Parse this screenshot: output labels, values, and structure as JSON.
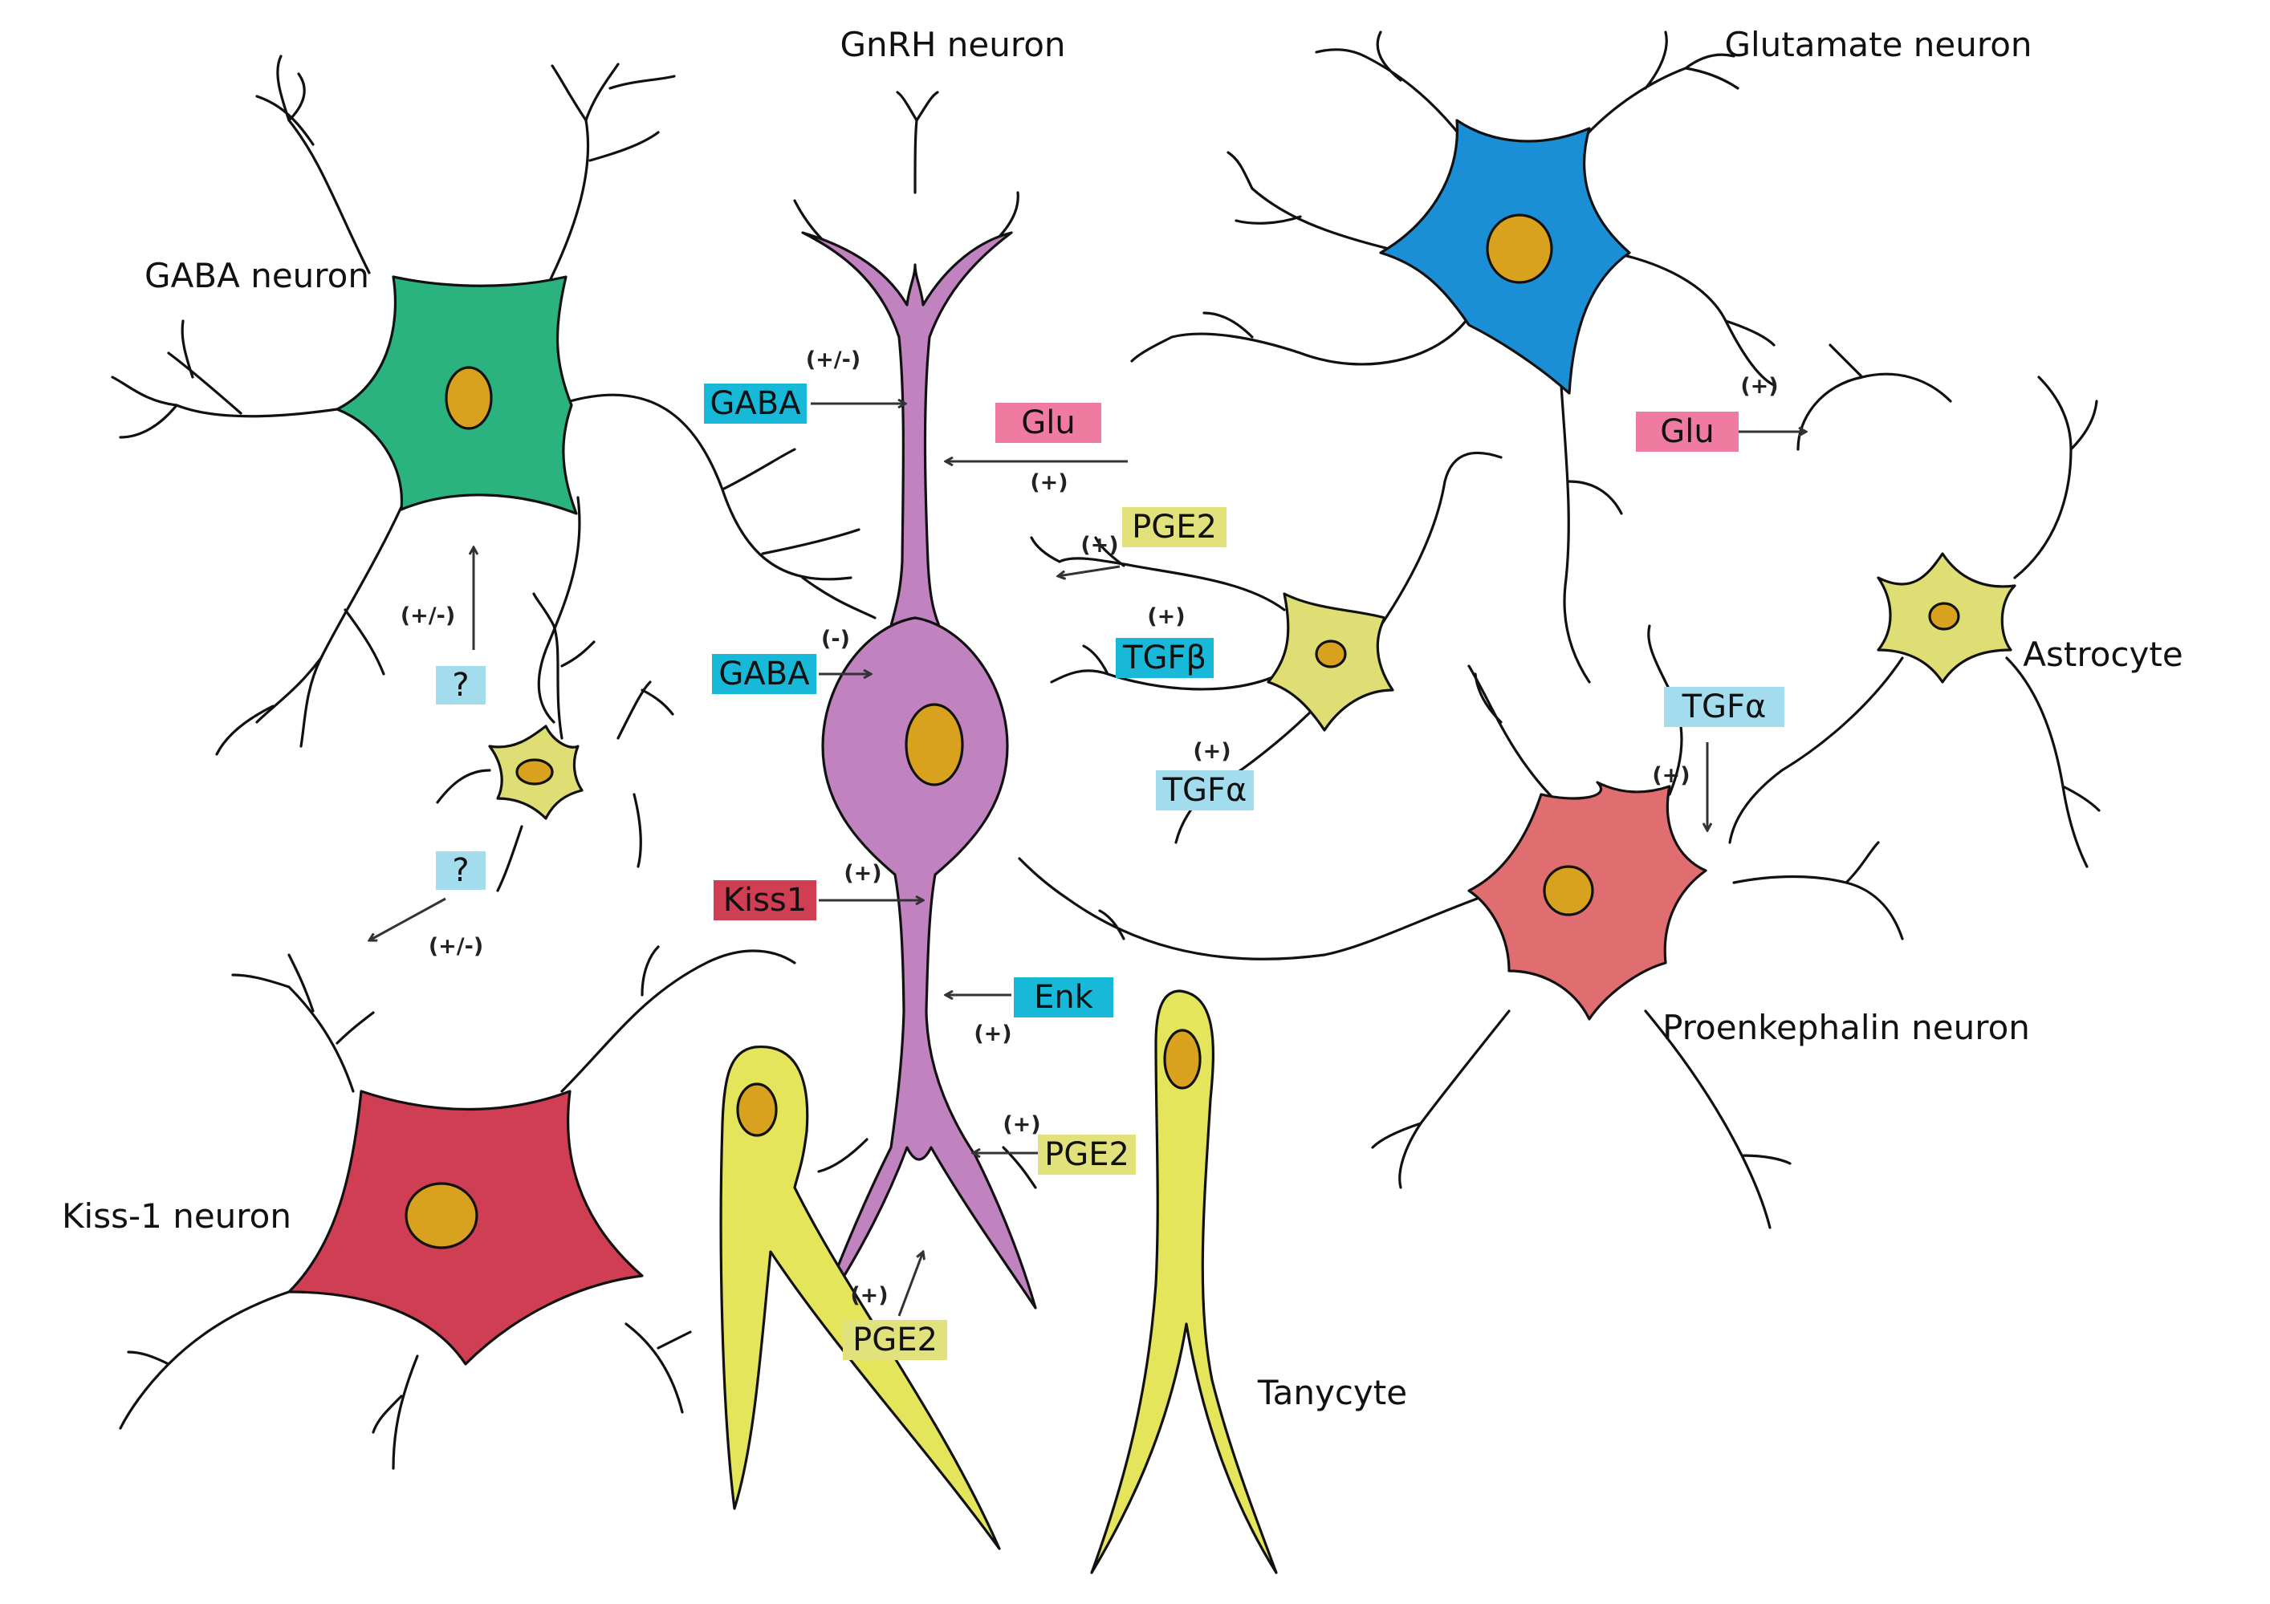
{
  "colors": {
    "gaba": "#2bb37f",
    "glutamate": "#1a8fd6",
    "gnrh": "#c182c0",
    "kiss1": "#cf3e52",
    "proenkephalin": "#e06d6f",
    "glia": "#dede74",
    "tanycyte": "#e5e55c",
    "nucleus": "#d9a21e",
    "tag_cyan": "#18b8d8",
    "tag_pink": "#f07ba0",
    "tag_red": "#cf3e52",
    "tag_yellow": "#e2e27c",
    "tag_lightblue": "#a3dcec"
  },
  "labels": {
    "gnrh": "GnRH neuron",
    "glutamate": "Glutamate neuron",
    "gaba": "GABA neuron",
    "astrocyte": "Astrocyte",
    "proenkephalin": "Proenkephalin neuron",
    "kiss1": "Kiss-1 neuron",
    "tanycyte": "Tanycyte"
  },
  "tags": {
    "gaba_top": "GABA",
    "glu_center": "Glu",
    "glu_right": "Glu",
    "pge2_glia": "PGE2",
    "tgfb": "TGFβ",
    "gaba_mid": "GABA",
    "tgfa_center": "TGFα",
    "tgfa_right": "TGFα",
    "kiss1": "Kiss1",
    "enk": "Enk",
    "pge2_right": "PGE2",
    "pge2_bottom": "PGE2",
    "q_top": "?",
    "q_bottom": "?"
  },
  "signs": {
    "gaba_top": "(+/-)",
    "glu_center": "(+)",
    "glu_right": "(+)",
    "pge2_glia": "(+)",
    "tgfb": "(+)",
    "gaba_mid": "(-)",
    "tgfa_center": "(+)",
    "tgfa_right": "(+)",
    "kiss1": "(+)",
    "enk": "(+)",
    "pge2_right": "(+)",
    "pge2_bottom": "(+)",
    "q_top": "(+/-)",
    "q_bottom": "(+/-)"
  }
}
